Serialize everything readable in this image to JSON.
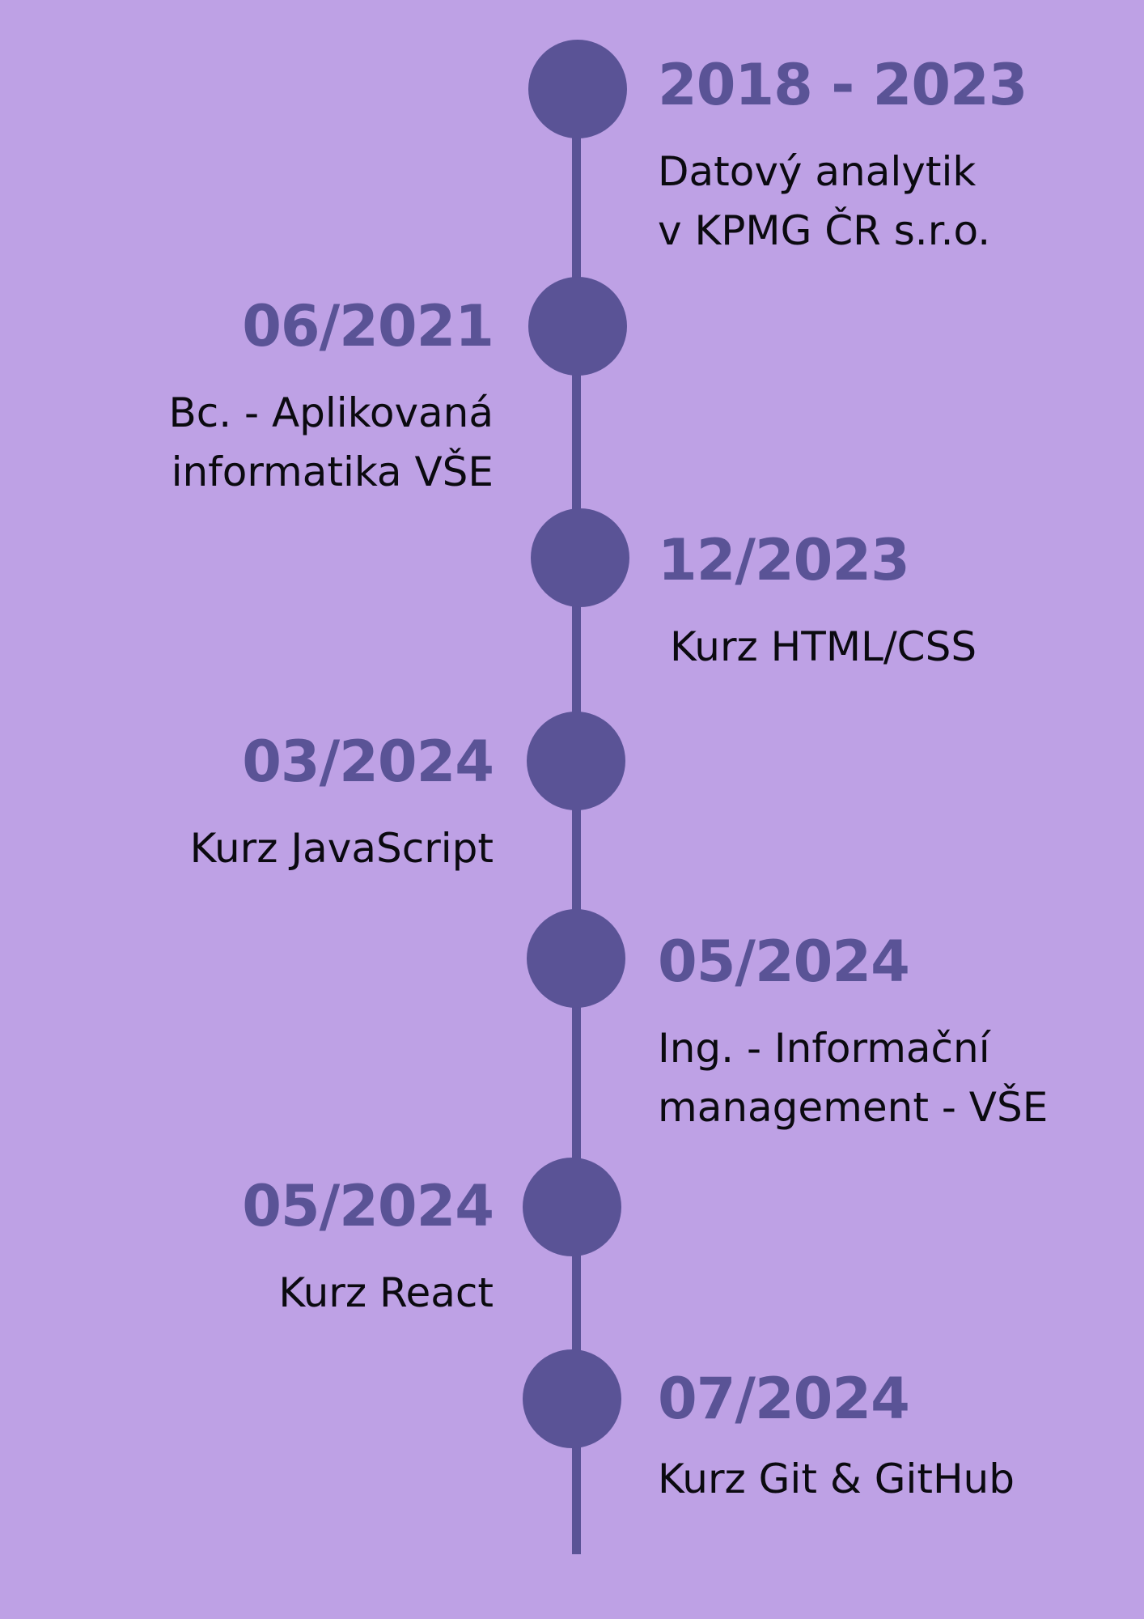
{
  "colors": {
    "background": "#bea1e5",
    "accent": "#5a5396",
    "text": "#0b0a10"
  },
  "timeline": {
    "events": [
      {
        "date": "2018 - 2023",
        "lines": [
          "Datový analytik",
          "v KPMG ČR s.r.o."
        ]
      },
      {
        "date": "06/2021",
        "lines": [
          "Bc. - Aplikovaná",
          "informatika VŠE"
        ]
      },
      {
        "date": "12/2023",
        "lines": [
          "Kurz HTML/CSS"
        ]
      },
      {
        "date": "03/2024",
        "lines": [
          "Kurz JavaScript"
        ]
      },
      {
        "date": "05/2024",
        "lines": [
          "Ing. - Informační",
          "management - VŠE"
        ]
      },
      {
        "date": "05/2024",
        "lines": [
          "Kurz React"
        ]
      },
      {
        "date": "07/2024",
        "lines": [
          "Kurz Git & GitHub"
        ]
      }
    ]
  }
}
